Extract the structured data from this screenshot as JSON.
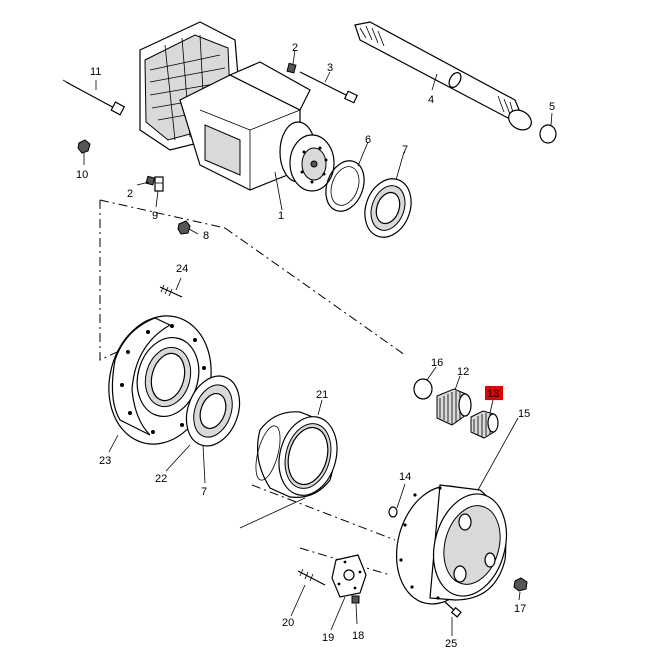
{
  "diagram": {
    "highlight_color": "#e60000",
    "highlighted_callout": "13",
    "callouts": {
      "c1": "1",
      "c2a": "2",
      "c2b": "2",
      "c3": "3",
      "c4": "4",
      "c5": "5",
      "c6": "6",
      "c7a": "7",
      "c7b": "7",
      "c8": "8",
      "c9": "9",
      "c10": "10",
      "c11": "11",
      "c12": "12",
      "c13": "13",
      "c14": "14",
      "c15": "15",
      "c16": "16",
      "c17": "17",
      "c18": "18",
      "c19": "19",
      "c20": "20",
      "c21": "21",
      "c22": "22",
      "c23": "23",
      "c24": "24",
      "c25": "25"
    }
  }
}
